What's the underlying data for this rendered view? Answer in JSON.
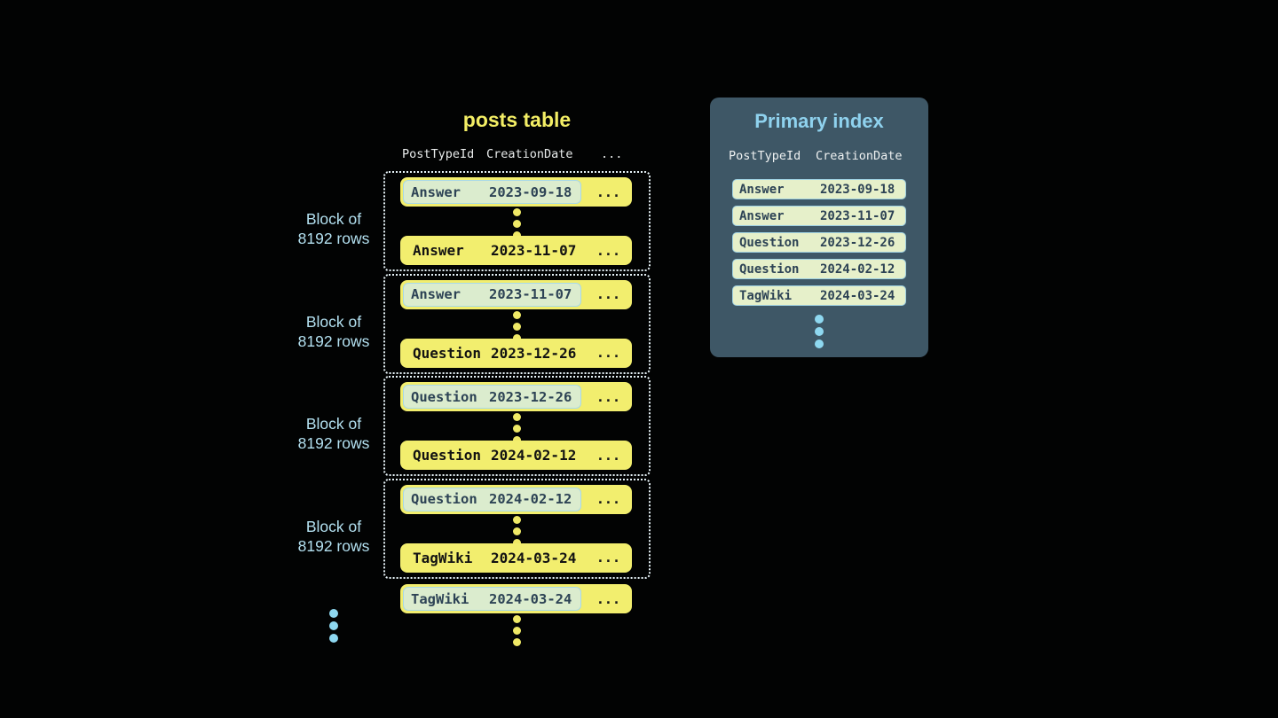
{
  "posts_table": {
    "title": "posts table",
    "header": {
      "col1": "PostTypeId",
      "col2": "CreationDate",
      "more": "..."
    },
    "block_label": {
      "line1": "Block of",
      "line2": "8192 rows"
    },
    "row_ellipsis": "...",
    "blocks": [
      {
        "first_row": {
          "post_type": "Answer",
          "creation_date": "2023-09-18"
        },
        "last_row": {
          "post_type": "Answer",
          "creation_date": "2023-11-07"
        }
      },
      {
        "first_row": {
          "post_type": "Answer",
          "creation_date": "2023-11-07"
        },
        "last_row": {
          "post_type": "Question",
          "creation_date": "2023-12-26"
        }
      },
      {
        "first_row": {
          "post_type": "Question",
          "creation_date": "2023-12-26"
        },
        "last_row": {
          "post_type": "Question",
          "creation_date": "2024-02-12"
        }
      },
      {
        "first_row": {
          "post_type": "Question",
          "creation_date": "2024-02-12"
        },
        "last_row": {
          "post_type": "TagWiki",
          "creation_date": "2024-03-24"
        }
      }
    ],
    "overflow_row": {
      "post_type": "TagWiki",
      "creation_date": "2024-03-24"
    }
  },
  "primary_index": {
    "title": "Primary index",
    "header": {
      "col1": "PostTypeId",
      "col2": "CreationDate"
    },
    "rows": [
      {
        "post_type": "Answer",
        "creation_date": "2023-09-18"
      },
      {
        "post_type": "Answer",
        "creation_date": "2023-11-07"
      },
      {
        "post_type": "Question",
        "creation_date": "2023-12-26"
      },
      {
        "post_type": "Question",
        "creation_date": "2024-02-12"
      },
      {
        "post_type": "TagWiki",
        "creation_date": "2024-03-24"
      }
    ]
  },
  "colors": {
    "background": "#020303",
    "row_yellow": "#f2ee6e",
    "title_yellow": "#f3ee65",
    "highlight_pill_green": "#dbecce",
    "index_row_green": "#e6f0ca",
    "highlight_border_blue": "#a7d8e8",
    "panel_slate": "#3e5766",
    "accent_blue": "#8fd2ee",
    "label_blue": "#b3e0f0",
    "dot_blue": "#8ed8f0",
    "dot_yellow": "#efe966",
    "header_text": "#e9ecec",
    "dark_text": "#2d4355"
  }
}
